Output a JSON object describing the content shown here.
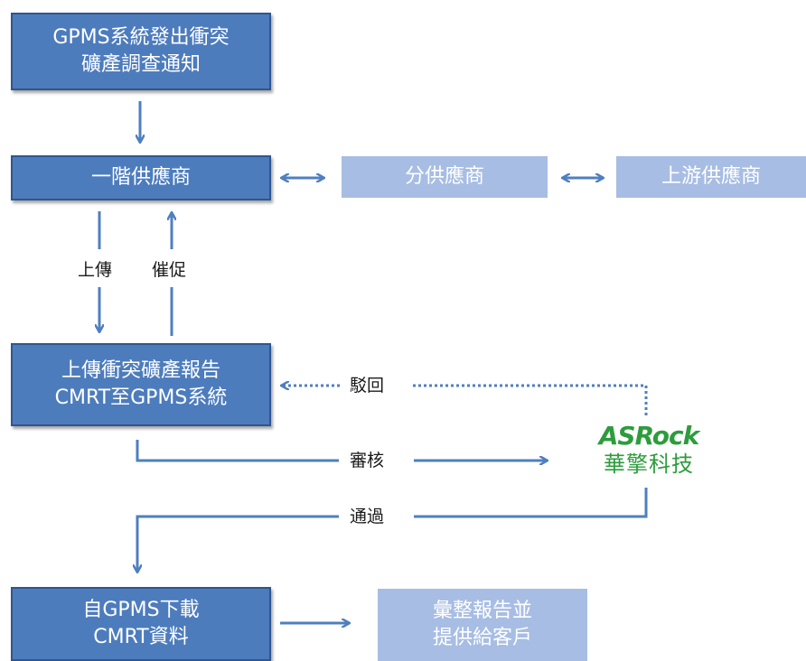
{
  "boxes": {
    "conflict_notice": [
      "GPMS系統發出衝突",
      "礦產調查通知"
    ],
    "tier1_supplier": [
      "一階供應商"
    ],
    "sub_supplier": [
      "分供應商"
    ],
    "upstream_supplier": [
      "上游供應商"
    ],
    "upload_report": [
      "上傳衝突礦產報告",
      "CMRT至GPMS系統"
    ],
    "download_cmrt": [
      "自GPMS下載",
      "CMRT資料"
    ],
    "compile_report": [
      "彙整報告並",
      "提供給客戶"
    ]
  },
  "labels": {
    "upload": "上傳",
    "urge": "催促",
    "reject": "駁回",
    "review": "審核",
    "pass": "通過"
  },
  "logo": {
    "brand_en": "ASRock",
    "brand_zh": "華擎科技"
  },
  "colors": {
    "box_dark": "#4d7cbd",
    "box_light": "#a7bde3",
    "arrow": "#4f7fc0",
    "brand_green": "#2e9c3d"
  }
}
